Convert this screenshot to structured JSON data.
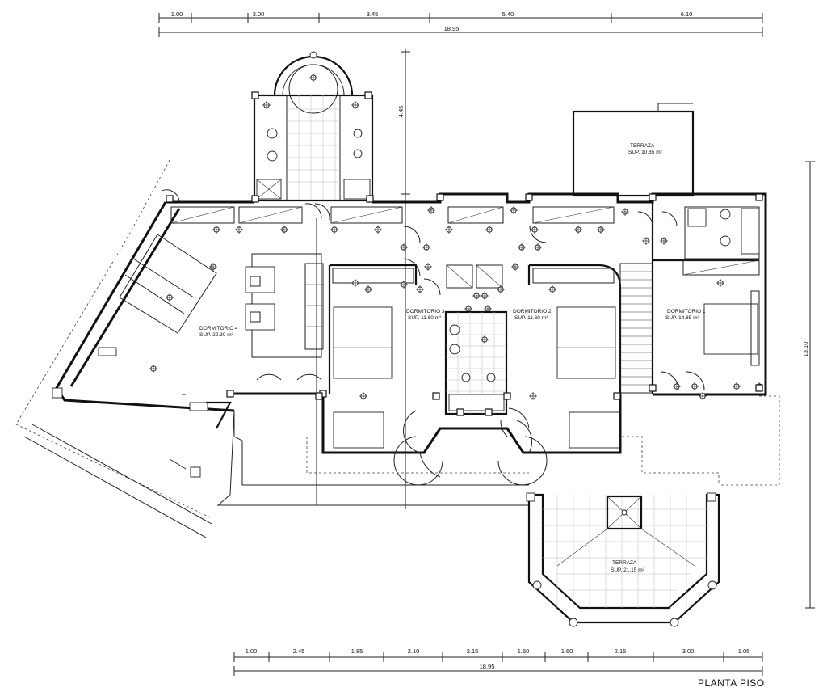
{
  "plan_title": "PLANTA PISO",
  "top_dimensions": [
    "1.00",
    "3.00",
    "3.45",
    "5.40",
    "6.10"
  ],
  "top_total": "18.95",
  "bottom_dimensions": [
    "1.00",
    "2.45",
    "1.85",
    "2.10",
    "2.15",
    "1.60",
    "1.60",
    "2.15",
    "3.00",
    "1.05"
  ],
  "bottom_total": "18.95",
  "right_dimension": "13.10",
  "tower_dimension": "4.45",
  "rooms": [
    {
      "name": "TERRAZA",
      "area": "SUP. 10.85 m²"
    },
    {
      "name": "DORMITORIO 4",
      "area": "SUP. 22.30 m²"
    },
    {
      "name": "DORMITORIO 3",
      "area": "SUP. 11.60 m²"
    },
    {
      "name": "DORMITORIO 2",
      "area": "SUP. 11.60 m²"
    },
    {
      "name": "DORMITORIO 1",
      "area": "SUP. 14.85 m²"
    },
    {
      "name": "TERRAZA",
      "area": "SUP. 21.15 m²"
    }
  ]
}
